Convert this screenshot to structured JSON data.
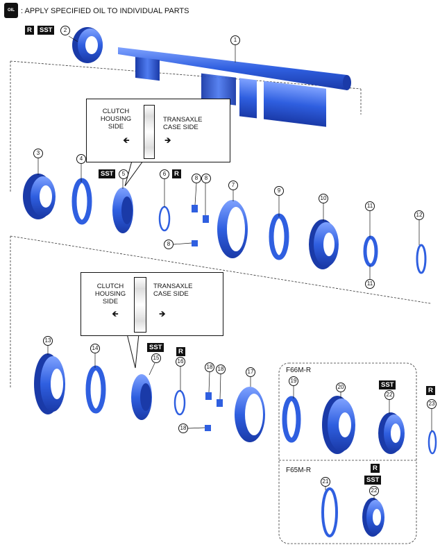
{
  "legend": {
    "icon": "oil-can-icon",
    "icon_text": "OIL",
    "text": ": APPLY SPECIFIED OIL TO INDIVIDUAL PARTS"
  },
  "badges": {
    "r": "R",
    "sst": "SST"
  },
  "callouts": [
    {
      "left_label": "CLUTCH\nHOUSING\nSIDE",
      "right_label": "TRANSAXLE\nCASE SIDE"
    },
    {
      "left_label": "CLUTCH\nHOUSING\nSIDE",
      "right_label": "TRANSAXLE\nCASE SIDE"
    }
  ],
  "variants": {
    "upper": "F66M-R",
    "lower": "F65M-R"
  },
  "numbers": [
    "1",
    "2",
    "3",
    "4",
    "5",
    "6",
    "7",
    "8",
    "8",
    "8",
    "9",
    "10",
    "11",
    "11",
    "12",
    "13",
    "14",
    "15",
    "16",
    "17",
    "18",
    "18",
    "18",
    "19",
    "20",
    "21",
    "22",
    "22",
    "23"
  ],
  "colors": {
    "part": "#2f5fe0",
    "part_dark": "#1a3aa8",
    "part_light": "#6c95ff"
  }
}
